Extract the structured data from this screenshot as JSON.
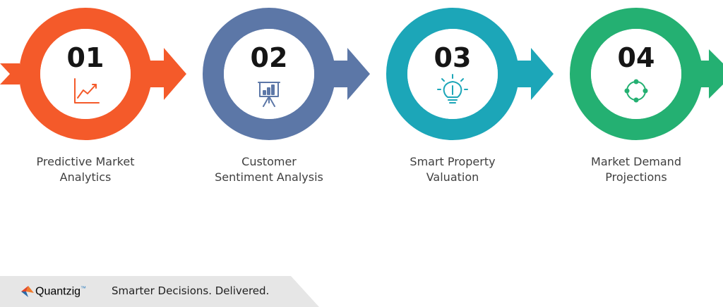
{
  "colors": {
    "step1": "#f45a2a",
    "step2": "#5c77a7",
    "step3": "#1ca6b8",
    "step4": "#24b072",
    "text": "#3f3f3f",
    "footer_bg": "#e6e6e6"
  },
  "steps": [
    {
      "number": "01",
      "label_line1": "Predictive Market",
      "label_line2": "Analytics",
      "icon": "line-chart-icon"
    },
    {
      "number": "02",
      "label_line1": "Customer",
      "label_line2": "Sentiment Analysis",
      "icon": "presentation-board-icon"
    },
    {
      "number": "03",
      "label_line1": "Smart Property",
      "label_line2": "Valuation",
      "icon": "lightbulb-icon"
    },
    {
      "number": "04",
      "label_line1": "Market Demand",
      "label_line2": "Projections",
      "icon": "cycle-nodes-icon"
    }
  ],
  "footer": {
    "brand": "Quantzig",
    "trademark": "™",
    "tagline": "Smarter Decisions. Delivered."
  }
}
